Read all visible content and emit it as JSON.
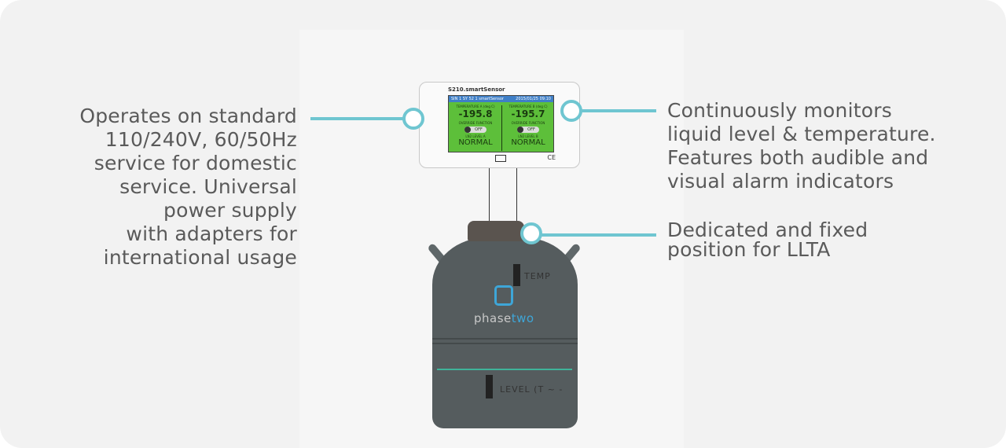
{
  "callouts": {
    "left": [
      "Operates on standard",
      "110/240V, 60/50Hz",
      "service for domestic",
      "service. Universal",
      "power supply",
      "with adapters for",
      "international usage"
    ],
    "right_top": [
      "Continuously monitors",
      "liquid level & temperature.",
      "Features both audible and",
      "visual alarm indicators"
    ],
    "right_bottom": [
      "Dedicated and fixed",
      "position for LLTA"
    ]
  },
  "sensor": {
    "model": "S210.smartSensor",
    "status_bar_left": "SIN 1 SY 52 1 smartSensor",
    "status_bar_right": "2015/01/25 09:10",
    "channels": [
      {
        "temp_label": "TEMPERATURE A (deg C)",
        "temp": "-195.8",
        "override_label": "OVERRIDE FUNCTION",
        "toggle": "OFF",
        "level_label": "LN2 LEVEL A",
        "level": "NORMAL"
      },
      {
        "temp_label": "TEMPERATURE B (deg C)",
        "temp": "-195.7",
        "override_label": "OVERRIDE FUNCTION",
        "toggle": "OFF",
        "level_label": "LN2 LEVEL B",
        "level": "NORMAL"
      }
    ],
    "ce_mark": "CE"
  },
  "tank": {
    "temp_label": "TEMP",
    "level_label": "LEVEL  (T ~ -",
    "brand_a": "phase",
    "brand_b": "two"
  },
  "colors": {
    "accent": "#6fc6d1",
    "screen": "#5dbf3a"
  }
}
